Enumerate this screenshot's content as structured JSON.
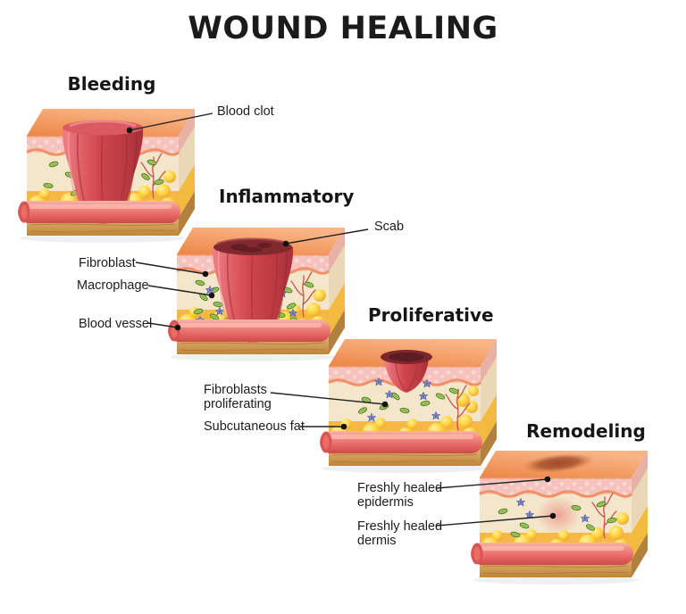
{
  "title": "WOUND HEALING",
  "stages": [
    {
      "name": "Bleeding",
      "annotations": [
        {
          "label": "Blood clot"
        }
      ]
    },
    {
      "name": "Inflammatory",
      "annotations": [
        {
          "label": "Scab"
        },
        {
          "label": "Fibroblast"
        },
        {
          "label": "Macrophage"
        },
        {
          "label": "Blood vessel"
        }
      ]
    },
    {
      "name": "Proliferative",
      "annotations": [
        {
          "label": "Fibroblasts proliferating"
        },
        {
          "label": "Subcutaneous fat"
        }
      ]
    },
    {
      "name": "Remodeling",
      "annotations": [
        {
          "label": "Freshly healed epidermis"
        },
        {
          "label": "Freshly healed dermis"
        }
      ]
    }
  ],
  "colors": {
    "background": "#ffffff",
    "text": "#1b1b1b",
    "skin_top_orange": "#f29a5c",
    "epidermis_pink": "#f6c2bd",
    "dermis_cream": "#f3e6cb",
    "fat_yellow": "#ffd53d",
    "vessel_red": "#ef7d78",
    "clot_red": "#c9424a",
    "scab_dark": "#7c272c",
    "bacteria_green": "#a9cd60",
    "macrophage_blue": "#8a92c6",
    "base_tan": "#c89045"
  }
}
